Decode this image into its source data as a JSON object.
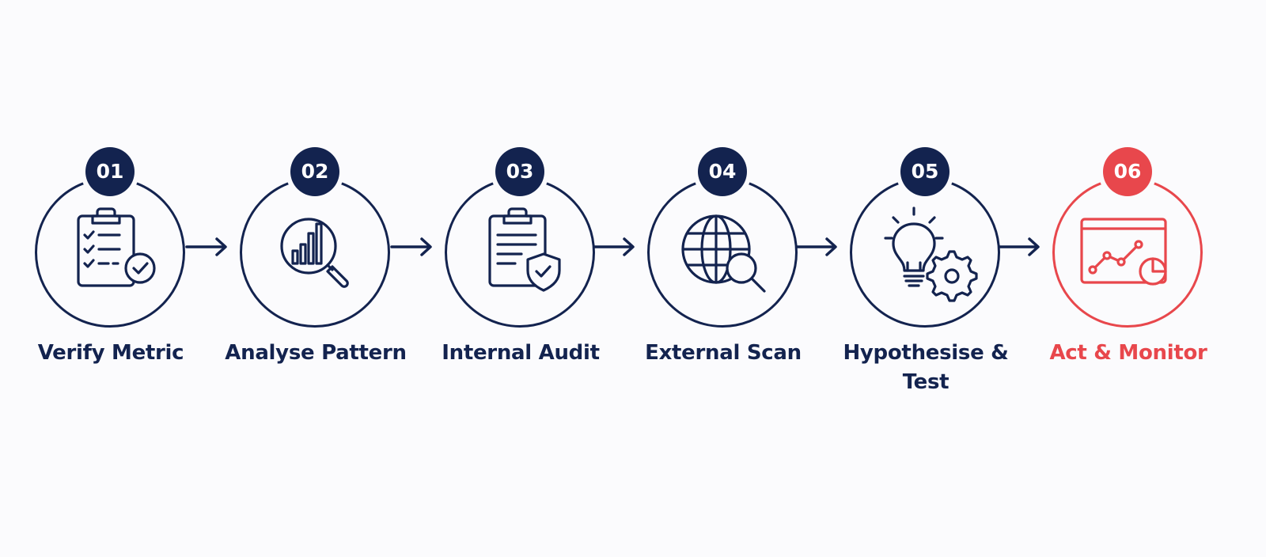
{
  "colors": {
    "primary": "#13234f",
    "accent": "#e8474c",
    "background": "#fbfbfd"
  },
  "steps": [
    {
      "number": "01",
      "label": "Verify Metric",
      "icon": "clipboard-checklist-icon",
      "color": "#13234f"
    },
    {
      "number": "02",
      "label": "Analyse Pattern",
      "icon": "bar-chart-magnifier-icon",
      "color": "#13234f"
    },
    {
      "number": "03",
      "label": "Internal Audit",
      "icon": "clipboard-shield-icon",
      "color": "#13234f"
    },
    {
      "number": "04",
      "label": "External Scan",
      "icon": "globe-magnifier-icon",
      "color": "#13234f"
    },
    {
      "number": "05",
      "label": "Hypothesise & Test",
      "icon": "lightbulb-gear-icon",
      "color": "#13234f"
    },
    {
      "number": "06",
      "label": "Act & Monitor",
      "icon": "dashboard-chart-icon",
      "color": "#e8474c"
    }
  ]
}
